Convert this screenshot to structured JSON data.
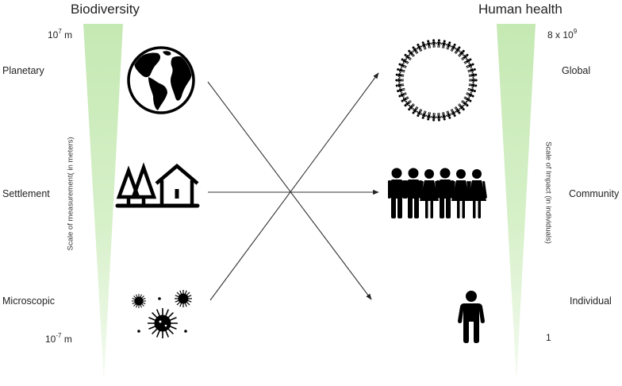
{
  "left_panel": {
    "title": "Biodiversity",
    "top_value": {
      "base": "10",
      "exp": "7",
      "unit": " m"
    },
    "bottom_value": {
      "base": "10",
      "exp": "-7",
      "unit": " m"
    },
    "axis_label": "Scale of measurement( in meters)",
    "levels": [
      {
        "label": "Planetary",
        "icon": "globe-icon"
      },
      {
        "label": "Settlement",
        "icon": "trees-house-icon"
      },
      {
        "label": "Microscopic",
        "icon": "virus-icon"
      }
    ]
  },
  "right_panel": {
    "title": "Human health",
    "top_value": {
      "base": "8 x 10",
      "exp": "9",
      "unit": ""
    },
    "bottom_value": {
      "base": "1",
      "exp": "",
      "unit": ""
    },
    "axis_label": "Scale of Impact (in individuals)",
    "levels": [
      {
        "label": "Global",
        "icon": "people-circle-icon"
      },
      {
        "label": "Community",
        "icon": "people-group-icon"
      },
      {
        "label": "Individual",
        "icon": "person-icon"
      }
    ]
  },
  "arrows": [
    {
      "from": "Planetary",
      "to": "Individual"
    },
    {
      "from": "Settlement",
      "to": "Community"
    },
    {
      "from": "Microscopic",
      "to": "Global"
    }
  ],
  "colors": {
    "wedge": "#c5e9b3",
    "icon": "#000000",
    "arrow": "#333333"
  }
}
